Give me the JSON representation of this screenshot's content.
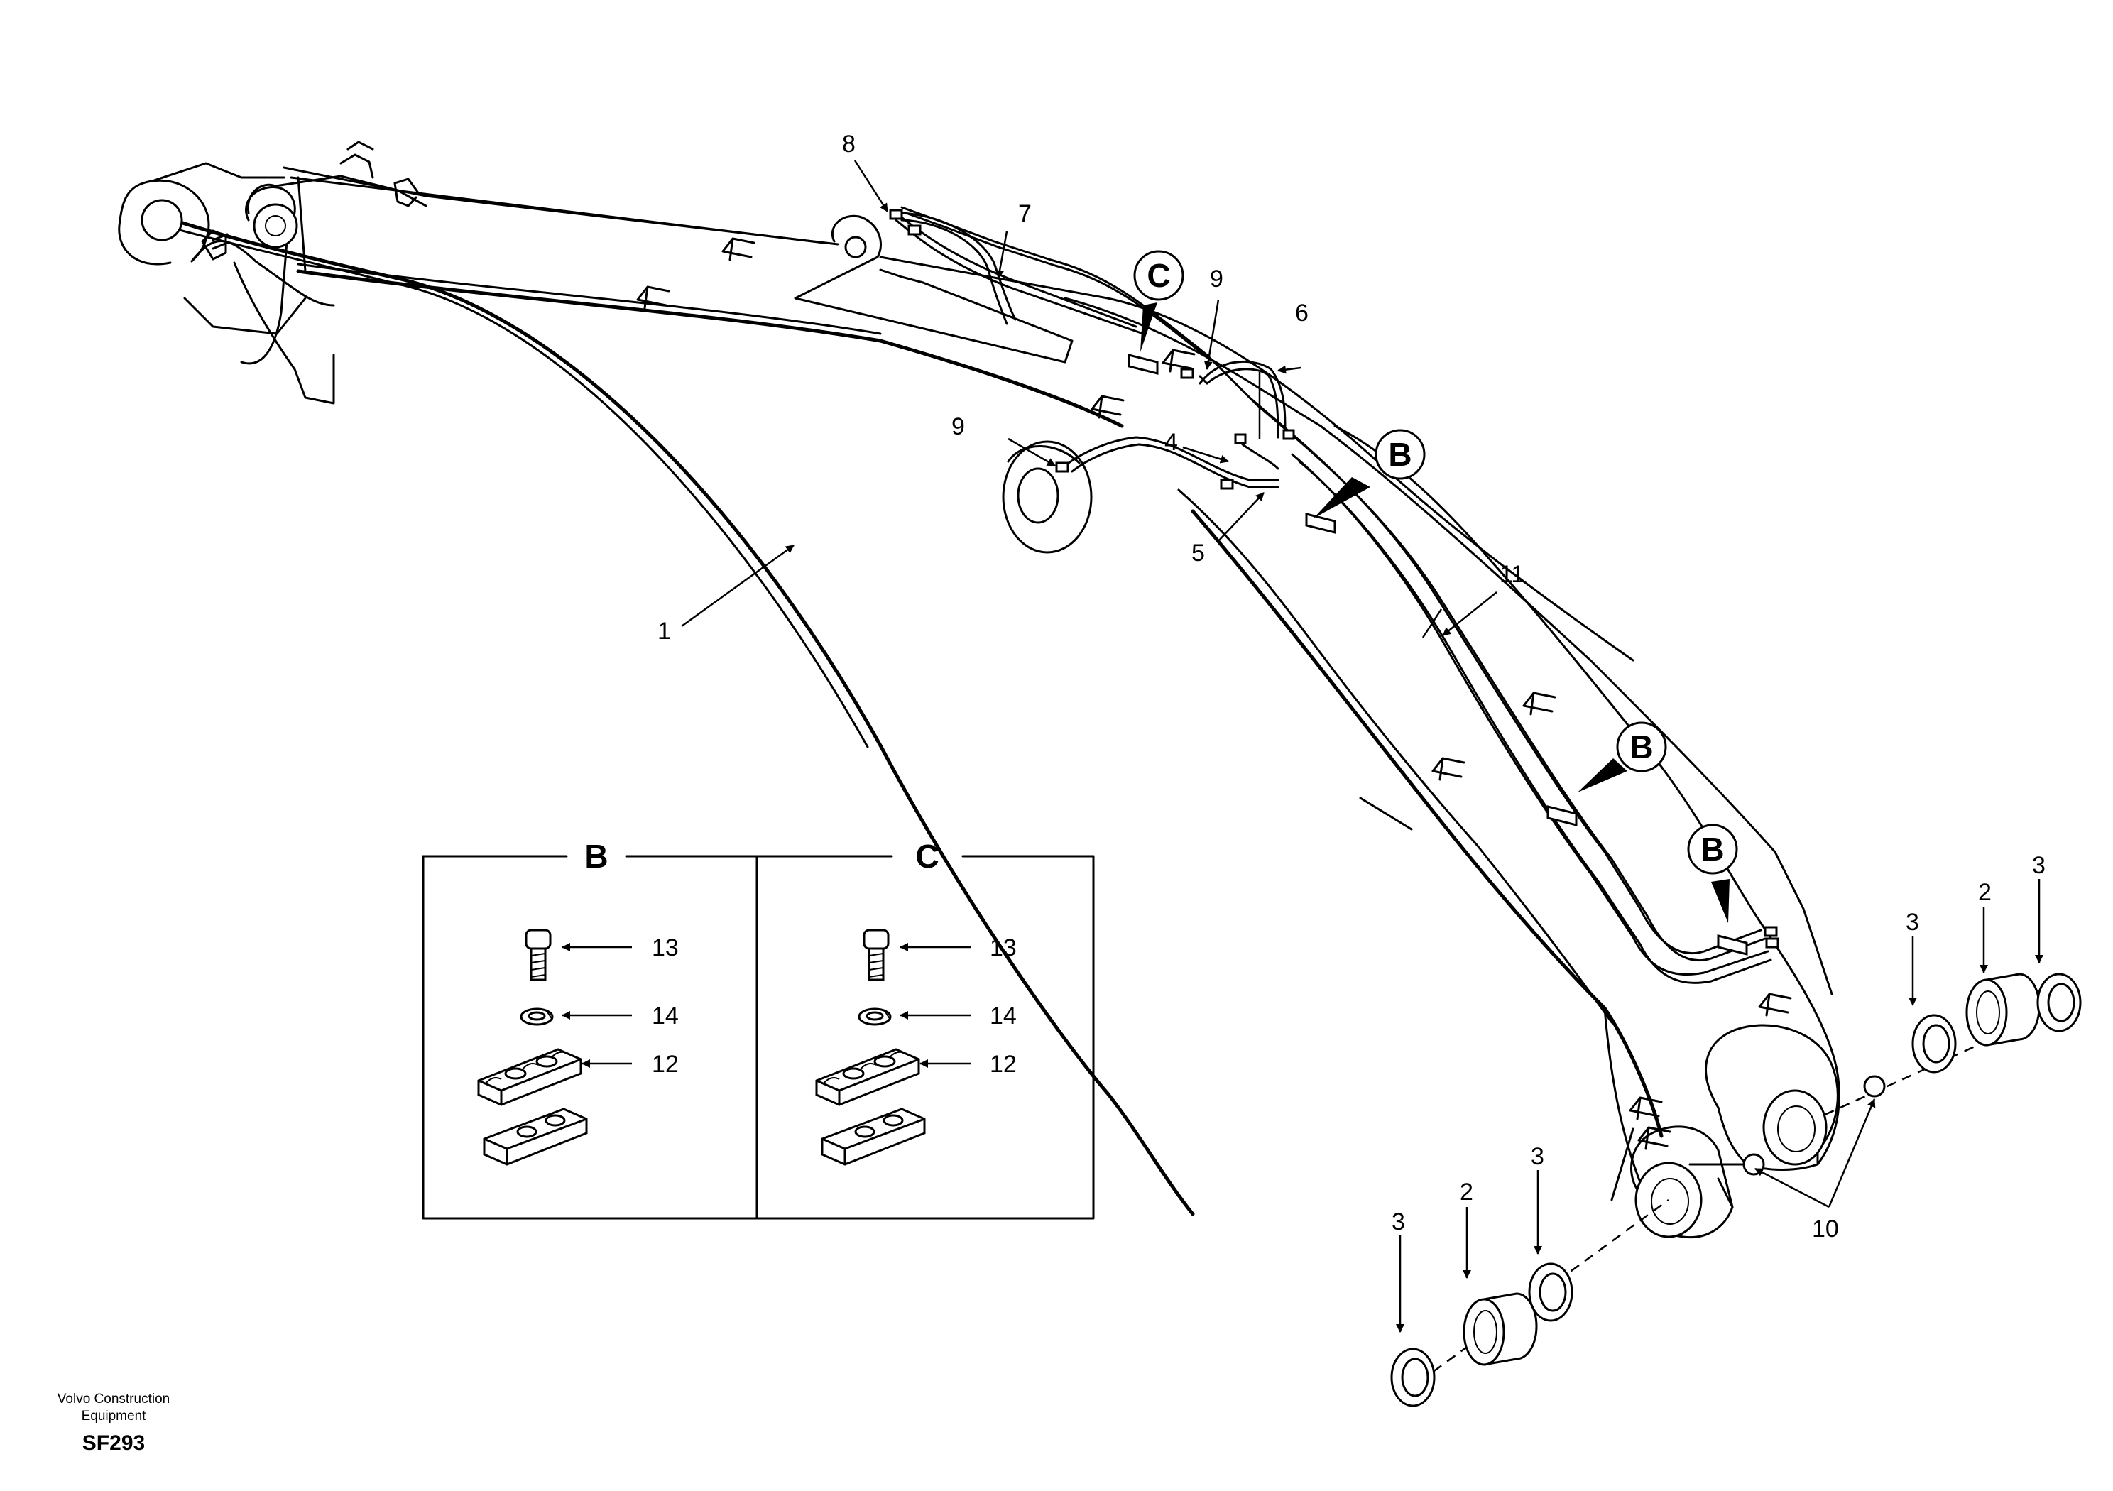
{
  "callouts": {
    "c1": "1",
    "c2a": "2",
    "c2b": "2",
    "c3a": "3",
    "c3b": "3",
    "c3c": "3",
    "c3d": "3",
    "c4": "4",
    "c5": "5",
    "c6": "6",
    "c7": "7",
    "c8": "8",
    "c9a": "9",
    "c9b": "9",
    "c10": "10",
    "c11": "11",
    "c12b": "12",
    "c13b": "13",
    "c14b": "14",
    "c12c": "12",
    "c13c": "13",
    "c14c": "14"
  },
  "view_markers": {
    "b1": "B",
    "b2": "B",
    "b3": "B",
    "c": "C"
  },
  "detail": {
    "b_title": "B",
    "c_title": "C"
  },
  "footer": {
    "line1": "Volvo Construction",
    "line2": "Equipment",
    "code": "SF293"
  }
}
